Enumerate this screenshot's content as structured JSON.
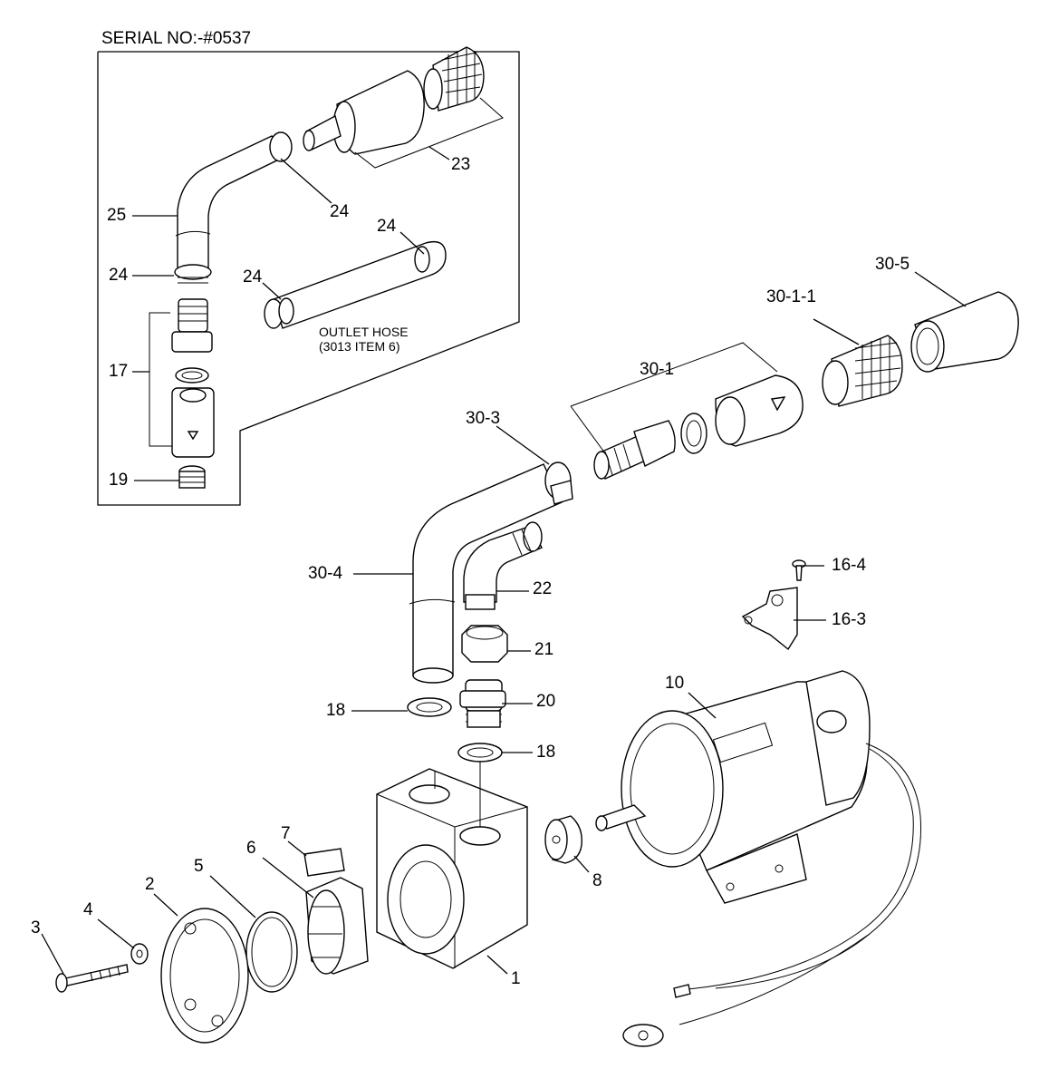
{
  "serial": "SERIAL NO:-#0537",
  "note": {
    "line1": "OUTLET HOSE",
    "line2": "(3013 ITEM 6)"
  },
  "callouts": {
    "c1": "1",
    "c2": "2",
    "c3": "3",
    "c4": "4",
    "c5": "5",
    "c6": "6",
    "c7": "7",
    "c8": "8",
    "c10": "10",
    "c16_3": "16-3",
    "c16_4": "16-4",
    "c17": "17",
    "c18a": "18",
    "c18b": "18",
    "c19": "19",
    "c20": "20",
    "c21": "21",
    "c22": "22",
    "c23": "23",
    "c24a": "24",
    "c24b": "24",
    "c24c": "24",
    "c24d": "24",
    "c25": "25",
    "c30_1": "30-1",
    "c30_1_1": "30-1-1",
    "c30_3": "30-3",
    "c30_4": "30-4",
    "c30_5": "30-5"
  }
}
